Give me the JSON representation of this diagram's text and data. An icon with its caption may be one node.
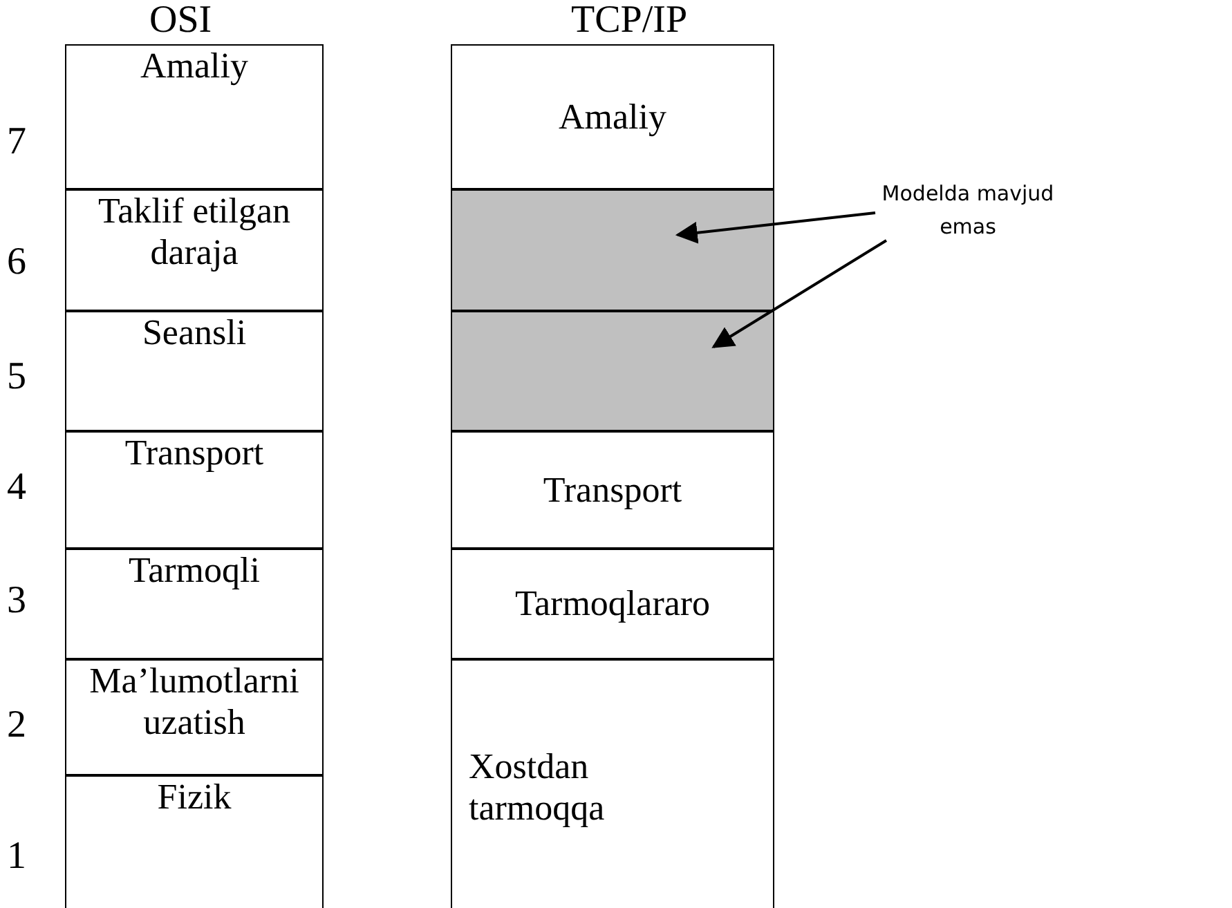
{
  "diagram": {
    "nodes": [
      {
        "text": [
          "Amaliy"
        ]
      },
      {
        "text": [
          "Taklif etilgan daraja"
        ]
      },
      {
        "text": [
          "Seansli"
        ]
      },
      {
        "text": [
          "Transport"
        ]
      },
      {
        "text": [
          "Tarmoqli"
        ]
      },
      {
        "text": [
          "Ma’lumotlarni uzatish"
        ]
      },
      {
        "text": [
          "Fizik"
        ]
      },
      {
        "text": [
          "Amaliy"
        ]
      },
      {
        "text": [],
        "shape": "box"
      },
      {
        "text": [],
        "shape": "box"
      },
      {
        "text": [
          "Transport"
        ]
      },
      {
        "text": [
          "Tarmoqlararo"
        ]
      },
      {
        "text": [
          "Xostdan tarmoqqa"
        ]
      },
      {
        "text": [
          "Modelda mavjud emas"
        ]
      }
    ],
    "edges": [
      {
        "from": 13,
        "to": 8,
        "arrow": "to"
      },
      {
        "from": 13,
        "to": 9,
        "arrow": "to"
      }
    ],
    "labels": [
      "OSI",
      "TCP/IP",
      "7",
      "6",
      "5",
      "4",
      "3",
      "2",
      "1"
    ]
  }
}
